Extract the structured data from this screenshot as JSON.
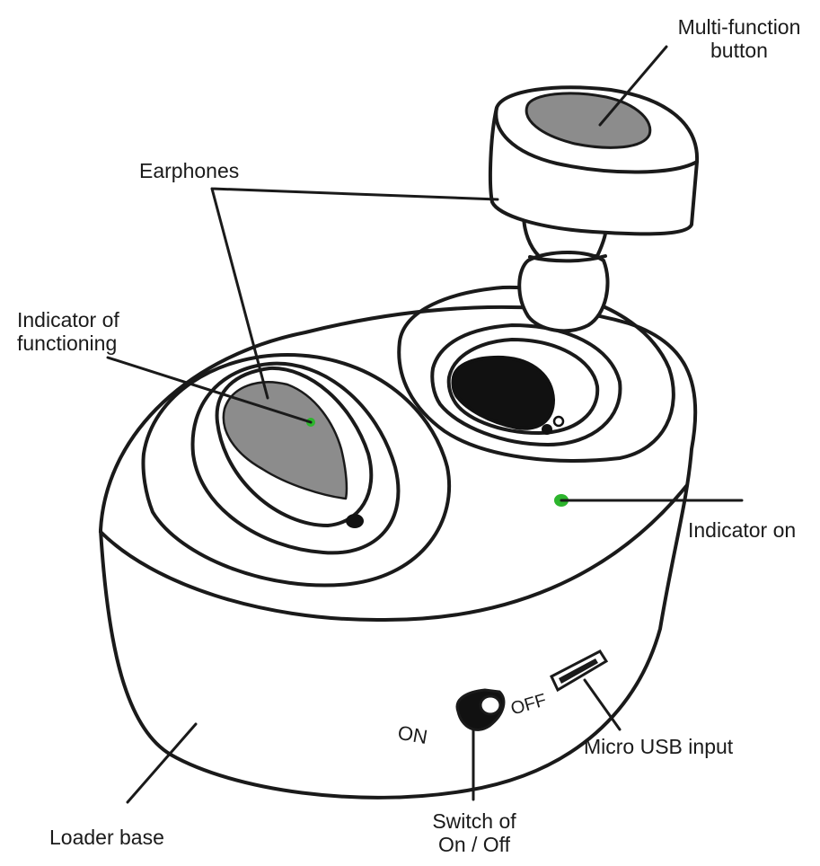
{
  "labels": {
    "multi_function_button": [
      "Multi-function",
      "button"
    ],
    "earphones": "Earphones",
    "indicator_of_functioning": [
      "Indicator of",
      "functioning"
    ],
    "indicator_on": "Indicator on",
    "micro_usb_input": "Micro USB input",
    "switch_on_off": [
      "Switch of",
      "On / Off"
    ],
    "loader_base": "Loader base"
  },
  "switch_marks": {
    "on": "ON",
    "off": "OFF"
  },
  "colors": {
    "outline": "#1a1a1a",
    "earphone_grey": "#8c8c8c",
    "indicator_green": "#2db52d",
    "background": "#ffffff"
  }
}
